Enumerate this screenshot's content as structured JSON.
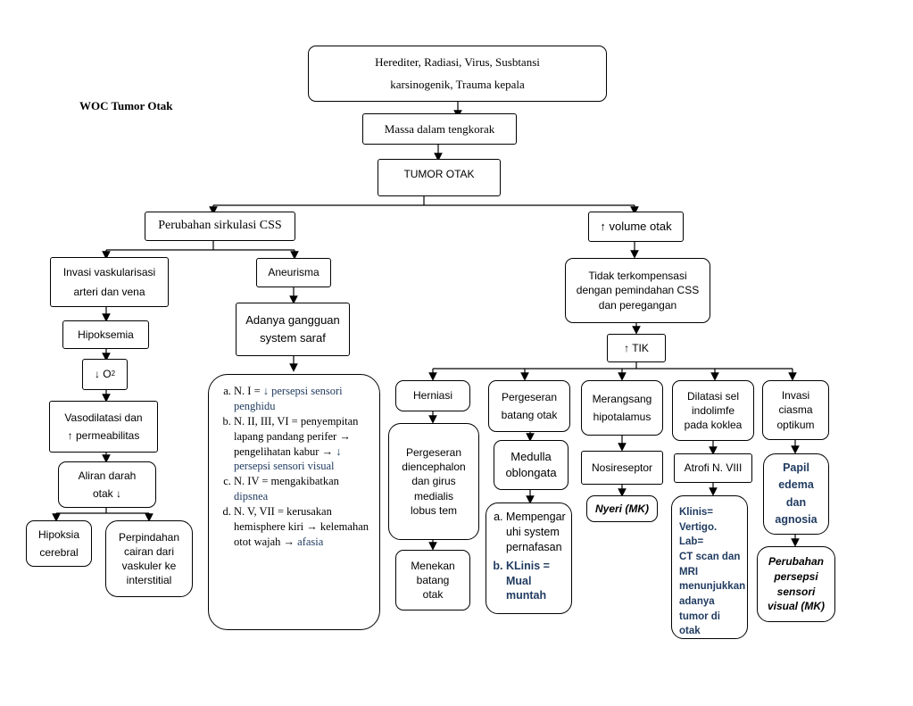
{
  "title": "WOC Tumor Otak",
  "nodes": {
    "cause_line1": "Herediter, Radiasi, Virus, Susbtansi",
    "cause_line2": "karsinogenik, Trauma kepala",
    "mass": "Massa dalam tengkorak",
    "tumor": "TUMOR OTAK",
    "css_change": "Perubahan sirkulasi CSS",
    "volume": "↑ volume otak",
    "vascular_line1": "Invasi vaskularisasi",
    "vascular_line2": "arteri dan vena",
    "hypoxemia": "Hipoksemia",
    "o2_arrow": "↓ O",
    "o2_sub": "2",
    "vaso_line1": "Vasodilatasi dan",
    "vaso_line2": "↑ permeabilitas",
    "blood_line1": "Aliran darah",
    "blood_line2": "otak ↓",
    "hypoxia_line1": "Hipoksia",
    "hypoxia_line2": "cerebral",
    "fluid_line1": "Perpindahan",
    "fluid_line2": "cairan dari",
    "fluid_line3": "vaskuler ke",
    "fluid_line4": "interstitial",
    "aneurysm": "Aneurisma",
    "nerve_line1": "Adanya gangguan",
    "nerve_line2": "system saraf",
    "uncomp_line1": "Tidak terkompensasi",
    "uncomp_line2": "dengan pemindahan CSS",
    "uncomp_line3": "dan peregangan",
    "tik": "↑ TIK",
    "herniation": "Herniasi",
    "dien_line1": "Pergeseran",
    "dien_line2": "diencephalon",
    "dien_line3": "dan girus",
    "dien_line4": "medialis",
    "dien_line5": "lobus tem",
    "press_line1": "Menekan",
    "press_line2": "batang",
    "press_line3": "otak",
    "shift_line1": "Pergeseran",
    "shift_line2": "batang otak",
    "medulla_line1": "Medulla",
    "medulla_line2": "oblongata",
    "hypo_line1": "Merangsang",
    "hypo_line2": "hipotalamus",
    "nociceptor": "Nosireseptor",
    "pain": "Nyeri (MK)",
    "dilat_line1": "Dilatasi sel",
    "dilat_line2": "indolimfe",
    "dilat_line3": "pada koklea",
    "atrophy": "Atrofi N. VIII",
    "invasion_line1": "Invasi",
    "invasion_line2": "ciasma",
    "invasion_line3": "optikum",
    "papil_line1": "Papil",
    "papil_line2": "edema",
    "papil_line3": "dan",
    "papil_line4": "agnosia",
    "perc_line1": "Perubahan",
    "perc_line2": "persepsi",
    "perc_line3": "sensori",
    "perc_line4": "visual (MK)"
  },
  "nerve_list": {
    "a_text": "N. I = ",
    "a_blue": "↓ persepsi sensori penghidu",
    "b_text": "N. II, III,  VI = penyempitan lapang pandang perifer → pengelihatan kabur  → ",
    "b_blue": "↓ persepsi sensori visual",
    "c_text": "N. IV = mengakibatkan ",
    "c_blue": "dipsnea",
    "d_text": "N. V, VII = kerusakan hemisphere kiri → kelemahan otot wajah → ",
    "d_blue": "afasia"
  },
  "medulla_list": {
    "a": "Mempengaruhi system pernafasan",
    "b": "KLinis = Mual muntah"
  },
  "clinical_lines": [
    "Klinis=",
    "Vertigo. Lab=",
    "CT scan dan",
    "MRI",
    "menunjukkan",
    "adanya",
    "tumor  di",
    "otak"
  ],
  "colors": {
    "line": "#000000",
    "text_blue": "#1f3a5f"
  }
}
